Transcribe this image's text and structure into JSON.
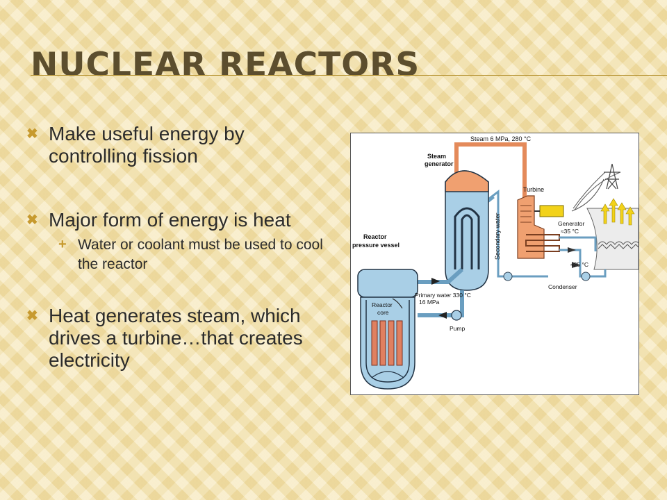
{
  "title": "Nuclear Reactors",
  "bullets": [
    {
      "text": "Make useful energy by controlling fission"
    },
    {
      "text": "Major form of energy is heat",
      "sub": [
        {
          "text": "Water or coolant must be used to cool the reactor"
        }
      ]
    },
    {
      "text": "Heat generates steam, which drives a turbine…that creates electricity"
    }
  ],
  "diagram": {
    "labels": {
      "steam": "Steam 6 MPa, 280 °C",
      "steam_generator_1": "Steam",
      "steam_generator_2": "generator",
      "turbine": "Turbine",
      "generator": "Generator",
      "temp35": "≈35 °C",
      "temp25": "≈25 °C",
      "secondary_water": "Secondary water",
      "reactor_vessel_1": "Reactor",
      "reactor_vessel_2": "pressure vessel",
      "reactor_core_1": "Reactor",
      "reactor_core_2": "core",
      "primary_water_1": "Primary water 330 °C",
      "primary_water_2": "16 MPa",
      "pump": "Pump",
      "condenser": "Condenser"
    }
  },
  "colors": {
    "accent": "#c79a2e",
    "title": "#5c4e2e",
    "steam": "#f0a070",
    "water": "#a9cfe6",
    "core": "#e08060"
  }
}
